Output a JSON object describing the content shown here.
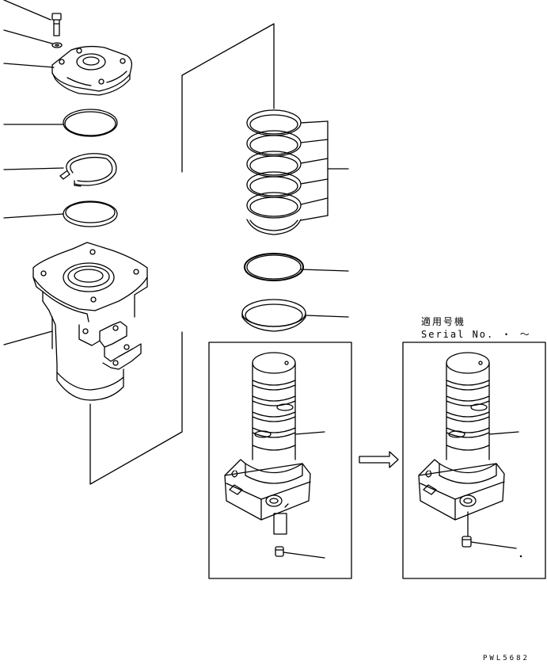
{
  "serial_note": {
    "line1": "適用号機",
    "line2": "Serial No. ・ ～"
  },
  "drawing_code": "PWL5682",
  "colors": {
    "line": "#000000",
    "background": "#ffffff"
  }
}
